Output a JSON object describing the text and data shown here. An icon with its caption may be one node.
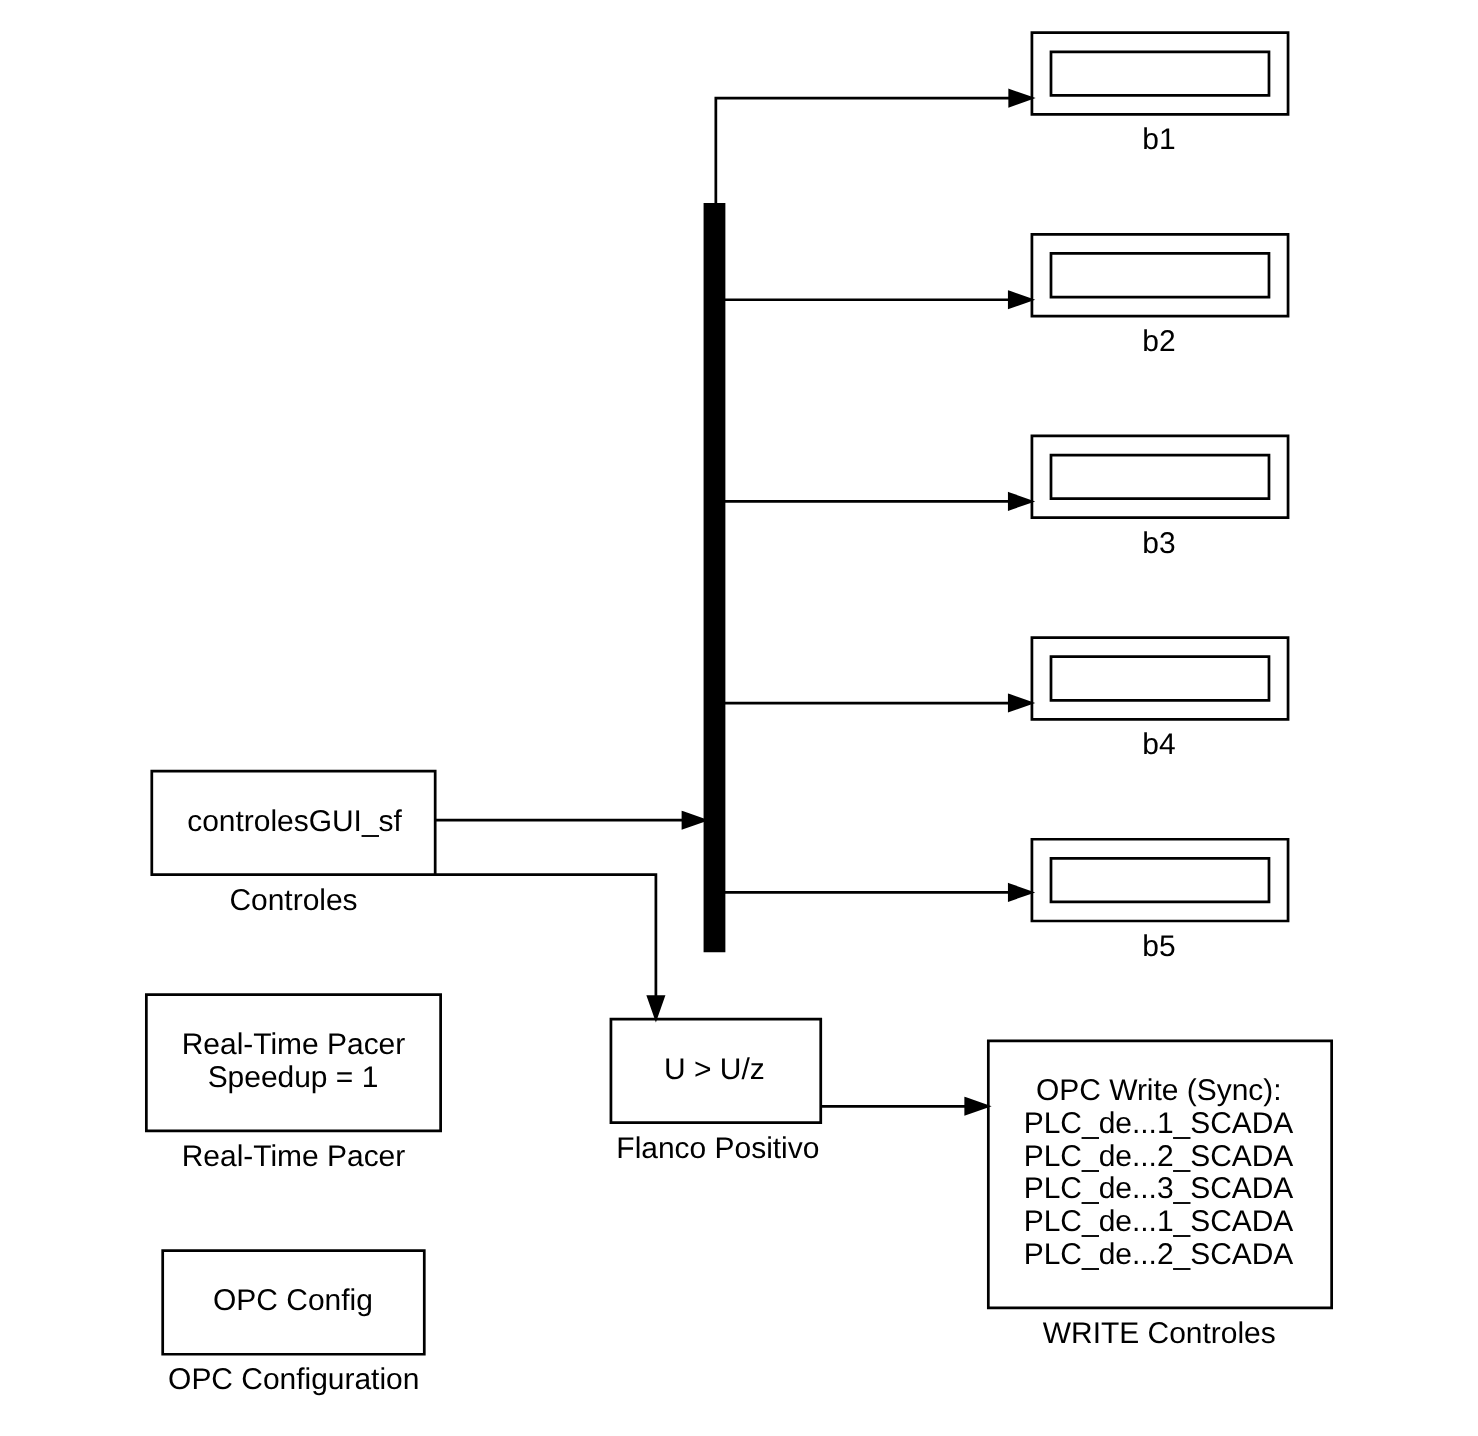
{
  "diagram": {
    "nodes": [
      {
        "text": [
          "OPC Config"
        ],
        "beside": [
          "OPC Configuration"
        ]
      },
      {
        "text": [
          "Real-Time Pacer",
          "Speedup = 1"
        ],
        "beside": [
          "Real-Time Pacer"
        ]
      },
      {
        "text": [],
        "shape": "bar"
      },
      {
        "text": [],
        "shape": "box",
        "beside": [
          "b1"
        ]
      },
      {
        "text": [],
        "shape": "box",
        "beside": [
          "b2"
        ]
      },
      {
        "text": [],
        "shape": "box",
        "beside": [
          "b3"
        ]
      },
      {
        "text": [],
        "shape": "box",
        "beside": [
          "b4"
        ]
      },
      {
        "text": [],
        "shape": "box",
        "beside": [
          "b5"
        ]
      },
      {
        "text": [
          "controlesGUI_sf"
        ],
        "beside": [
          "Controles"
        ]
      },
      {
        "text": [
          "U > U/z"
        ],
        "beside": [
          "Flanco Positivo"
        ]
      },
      {
        "text": [
          "OPC Write (Sync):",
          "PLC_de...1_SCADA",
          "PLC_de...2_SCADA",
          "PLC_de...3_SCADA",
          "PLC_de...1_SCADA",
          "PLC_de...2_SCADA"
        ],
        "beside": [
          "WRITE Controles"
        ]
      }
    ],
    "edges": [
      {
        "from": 8,
        "to": 2,
        "arrow": "to"
      },
      {
        "from": 2,
        "to": 3,
        "arrow": "to"
      },
      {
        "from": 2,
        "to": 4,
        "arrow": "to"
      },
      {
        "from": 2,
        "to": 5,
        "arrow": "to"
      },
      {
        "from": 2,
        "to": 6,
        "arrow": "to"
      },
      {
        "from": 2,
        "to": 7,
        "arrow": "to"
      },
      {
        "from": 8,
        "to": 9,
        "arrow": "to"
      },
      {
        "from": 9,
        "to": 10,
        "arrow": "to"
      }
    ]
  }
}
